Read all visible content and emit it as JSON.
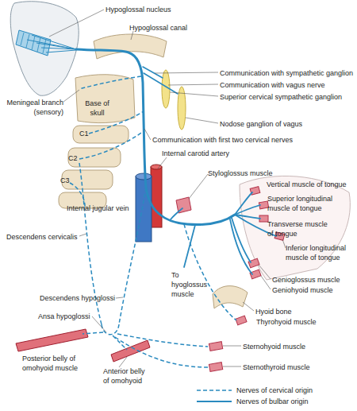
{
  "diagram": {
    "labels": [
      "Hypoglossal nucleus",
      "Hypoglossal canal",
      "Communication with sympathetic ganglion",
      "Communication with vagus nerve",
      "Base of skull",
      "Superior cervical sympathetic ganglion",
      "Meningeal branch (sensory)",
      "C1",
      "Nodose ganglion of vagus",
      "C2",
      "Communication with first two cervical nerves",
      "C3",
      "Internal carotid artery",
      "Styloglossus muscle",
      "Vertical muscle of tongue",
      "Superior longitudinal muscle of tongue",
      "Internal jugular vein",
      "Transverse muscle of tongue",
      "Descendens cervicalis",
      "Inferior longitudinal muscle of tongue",
      "To hyoglossus muscle",
      "Genioglossus muscle",
      "Geniohyoid muscle",
      "Descendens hypoglossi",
      "Hyoid bone",
      "Ansa hypoglossi",
      "Thyrohyoid muscle",
      "Posterior belly of omohyoid muscle",
      "Sternohyoid muscle",
      "Anterior belly of omohyoid",
      "Sternothyroid muscle"
    ],
    "legend": [
      {
        "text": "Nerves of cervical origin"
      },
      {
        "text": "Nerves of bulbar origin"
      }
    ]
  }
}
